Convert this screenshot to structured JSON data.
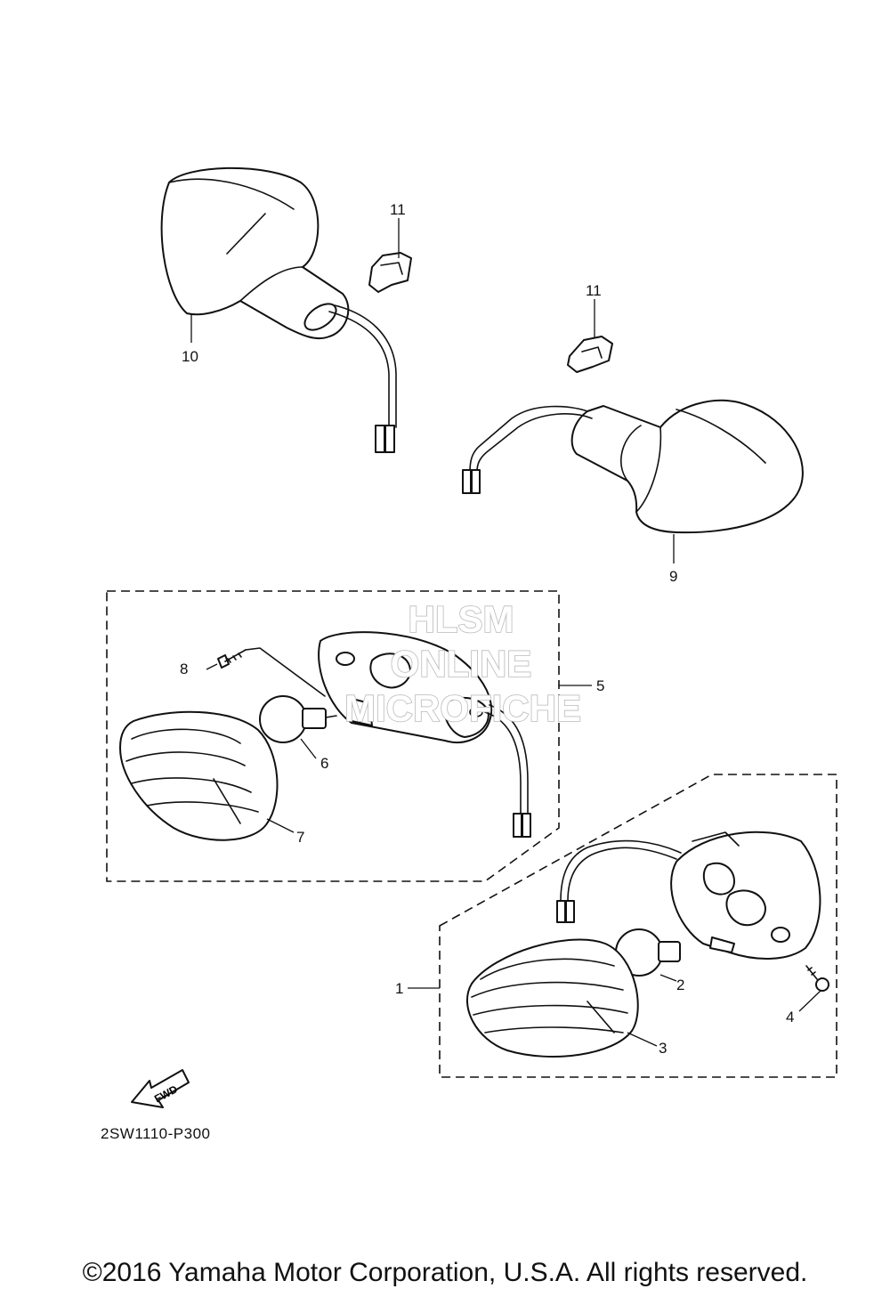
{
  "watermark": {
    "line1": "HLSM",
    "line2": "ONLINE",
    "line3": "MICROFICHE"
  },
  "callouts": {
    "c1": "1",
    "c2": "2",
    "c3": "3",
    "c4": "4",
    "c5": "5",
    "c6": "6",
    "c7": "7",
    "c8": "8",
    "c9": "9",
    "c10": "10",
    "c11a": "11",
    "c11b": "11"
  },
  "fwd_label": "FWD",
  "diagram_code": "2SW1110-P300",
  "copyright": "©2016 Yamaha Motor Corporation, U.S.A. All rights reserved."
}
